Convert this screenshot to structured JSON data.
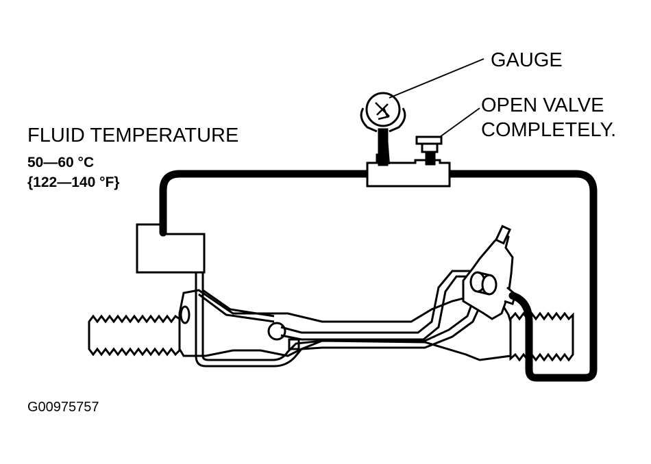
{
  "labels": {
    "gauge": "GAUGE",
    "valve_line1": "OPEN VALVE",
    "valve_line2": "COMPLETELY.",
    "fluid_title": "FLUID TEMPERATURE",
    "temp_c": "50—60 °C",
    "temp_f": "{122—140 °F}",
    "figure_code": "G00975757"
  },
  "colors": {
    "ink": "#000000",
    "paper": "#ffffff"
  }
}
